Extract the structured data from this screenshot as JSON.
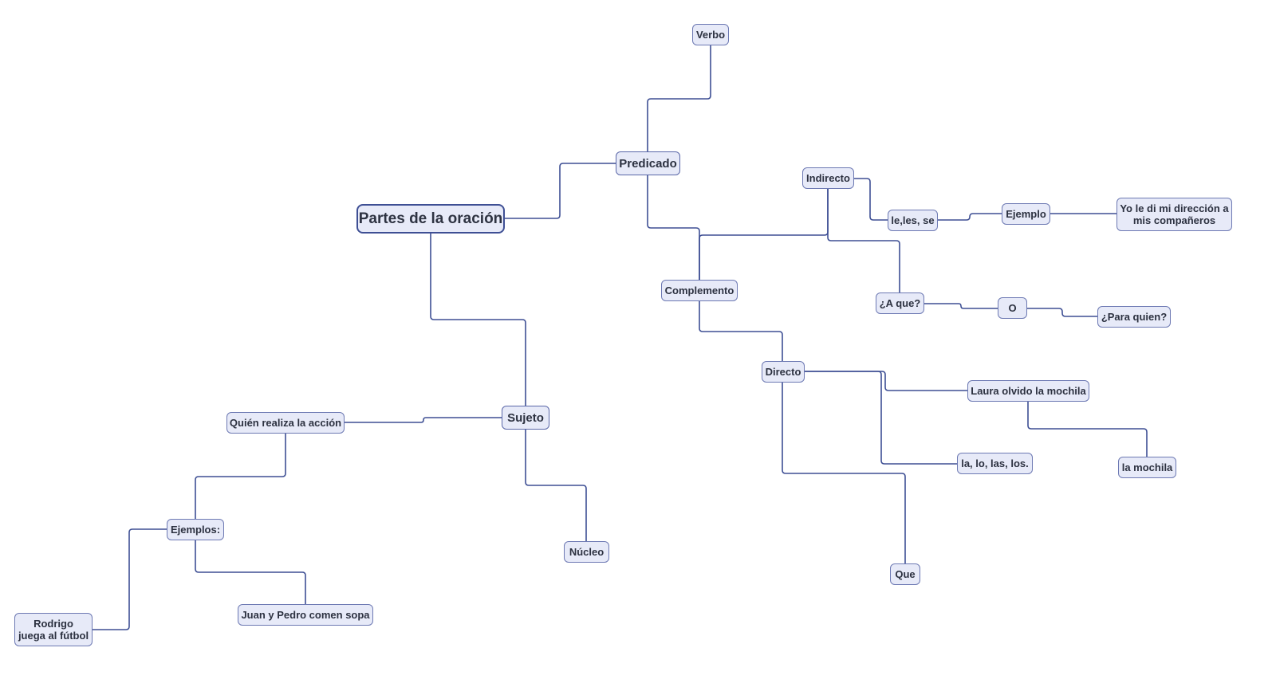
{
  "mindmap": {
    "root": "Partes de la oración",
    "nodes": {
      "root": "Partes de la oración",
      "predicado": "Predicado",
      "verbo": "Verbo",
      "complemento": "Complemento",
      "indirecto": "Indirecto",
      "le_les_se": "le,les, se",
      "ejemplo": "Ejemplo",
      "ejemplo_texto": "Yo le di mi dirección a\nmis compañeros",
      "a_que": "¿A que?",
      "o": "O",
      "para_quien": "¿Para quien?",
      "directo": "Directo",
      "laura": "Laura olvido la mochila",
      "la_mochila": "la mochila",
      "la_lo": "la, lo, las, los.",
      "que": "Que",
      "sujeto": "Sujeto",
      "nucleo": "Núcleo",
      "quien": "Quién realiza la acción",
      "ejemplos": "Ejemplos:",
      "rodrigo": "Rodrigo\njuega al fútbol",
      "juan": "Juan y Pedro comen sopa"
    },
    "edges": [
      [
        "root",
        "predicado"
      ],
      [
        "predicado",
        "verbo"
      ],
      [
        "predicado",
        "complemento"
      ],
      [
        "complemento",
        "indirecto"
      ],
      [
        "indirecto",
        "le_les_se"
      ],
      [
        "le_les_se",
        "ejemplo"
      ],
      [
        "ejemplo",
        "ejemplo_texto"
      ],
      [
        "indirecto",
        "a_que"
      ],
      [
        "a_que",
        "o"
      ],
      [
        "o",
        "para_quien"
      ],
      [
        "complemento",
        "directo"
      ],
      [
        "directo",
        "laura"
      ],
      [
        "laura",
        "la_mochila"
      ],
      [
        "directo",
        "la_lo"
      ],
      [
        "directo",
        "que"
      ],
      [
        "root",
        "sujeto"
      ],
      [
        "sujeto",
        "nucleo"
      ],
      [
        "sujeto",
        "quien"
      ],
      [
        "quien",
        "ejemplos"
      ],
      [
        "ejemplos",
        "rodrigo"
      ],
      [
        "ejemplos",
        "juan"
      ]
    ],
    "colors": {
      "node_fill": "#e7eaf8",
      "node_border": "#6d79b3",
      "line": "#3e4f94",
      "text": "#2c3140"
    }
  }
}
